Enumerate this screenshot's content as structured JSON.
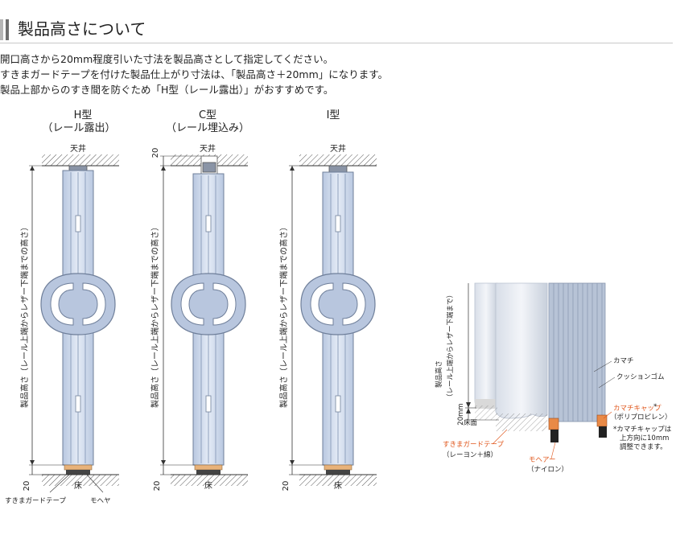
{
  "header": {
    "title": "製品高さについて"
  },
  "intro": [
    "開口高さから20mm程度引いた寸法を製品高さとして指定してください。",
    "すきまガードテープを付けた製品仕上がり寸法は、「製品高さ＋20mm」になります。",
    "製品上部からのすき間を防ぐため「H型（レール露出）」がおすすめです。"
  ],
  "types": [
    {
      "name": "H型",
      "sub": "（レール露出）"
    },
    {
      "name": "C型",
      "sub": "（レール埋込み）"
    },
    {
      "name": "I型",
      "sub": ""
    }
  ],
  "labels": {
    "ceiling": "天井",
    "floor": "床",
    "height_text": "製品高さ（レール上端からレザー下端までの高さ）",
    "dim_20": "20",
    "guard_tape": "すきまガードテープ",
    "mohair": "モヘヤ"
  },
  "detail": {
    "height_text_1": "製品高さ",
    "height_text_2": "（レール上端からレザー下端まで）",
    "dim_20mm": "20mm",
    "floor_surface": "床面",
    "kamachi": "カマチ",
    "cushion_rubber": "クッションゴム",
    "kamachi_cap": "カマチキャップ",
    "kamachi_cap_mat": "（ポリプロピレン）",
    "asterisk": "*",
    "note_1": "*カマチキャップは",
    "note_2": "上方向に10mm",
    "note_3": "調整できます。",
    "guard_tape": "すきまガードテープ",
    "guard_tape_mat": "（レーヨン＋綿）",
    "mohair": "モヘアー",
    "mohair_mat": "（ナイロン）"
  },
  "colors": {
    "accent": "#e0561b",
    "panel": "#cdd9ec",
    "panel_dark": "#9fb2cf"
  }
}
